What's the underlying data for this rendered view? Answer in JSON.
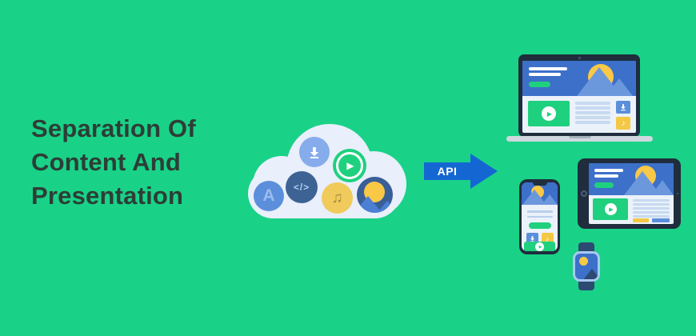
{
  "banner": {
    "title_lines": [
      "Separation Of",
      "Content And",
      "Presentation"
    ]
  },
  "api_arrow": {
    "label": "API"
  },
  "cloud": {
    "letter_a_glyph": "A",
    "code_glyph": "</>",
    "music_glyph": "♫",
    "icon_names": [
      "download-icon",
      "play-icon",
      "code-icon",
      "letter-a-icon",
      "music-icon",
      "image-icon"
    ]
  },
  "glyphs": {
    "play": "▶",
    "music_note": "♪"
  },
  "devices": {
    "laptop": "laptop-mockup",
    "phone": "smartphone-mockup",
    "tablet": "tablet-mockup",
    "watch": "smartwatch-mockup"
  },
  "colors": {
    "background_green": "#19d287",
    "headline_text": "#2d3d37",
    "accent_green": "#1fd07e",
    "arrow_blue": "#1467d2",
    "device_bezel_navy": "#1f2d3d",
    "screen_header_blue": "#3c70c9",
    "mountain_blue": "#6b97dd",
    "content_light": "#ecf2fa",
    "sun_yellow": "#f8c846",
    "download_blue": "#5b8fdb",
    "music_yellow": "#f4c844",
    "cloud_white": "#e9effb",
    "watch_case_blue": "#a9c9f2",
    "watch_strap_navy": "#2c4a72"
  }
}
